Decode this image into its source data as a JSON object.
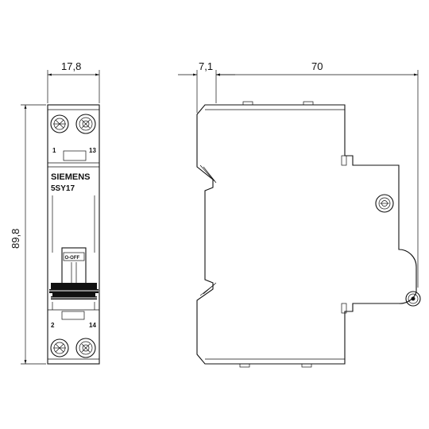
{
  "dimensions": {
    "front_width": "17,8",
    "front_height": "89,8",
    "side_offset": "7,1",
    "side_depth": "70"
  },
  "device": {
    "brand": "SIEMENS",
    "model": "5SY17",
    "switch_label": "O-OFF",
    "terminals": {
      "top_left": "1",
      "top_right": "13",
      "bottom_left": "2",
      "bottom_right": "14"
    }
  },
  "colors": {
    "line": "#111111",
    "background": "#ffffff"
  }
}
